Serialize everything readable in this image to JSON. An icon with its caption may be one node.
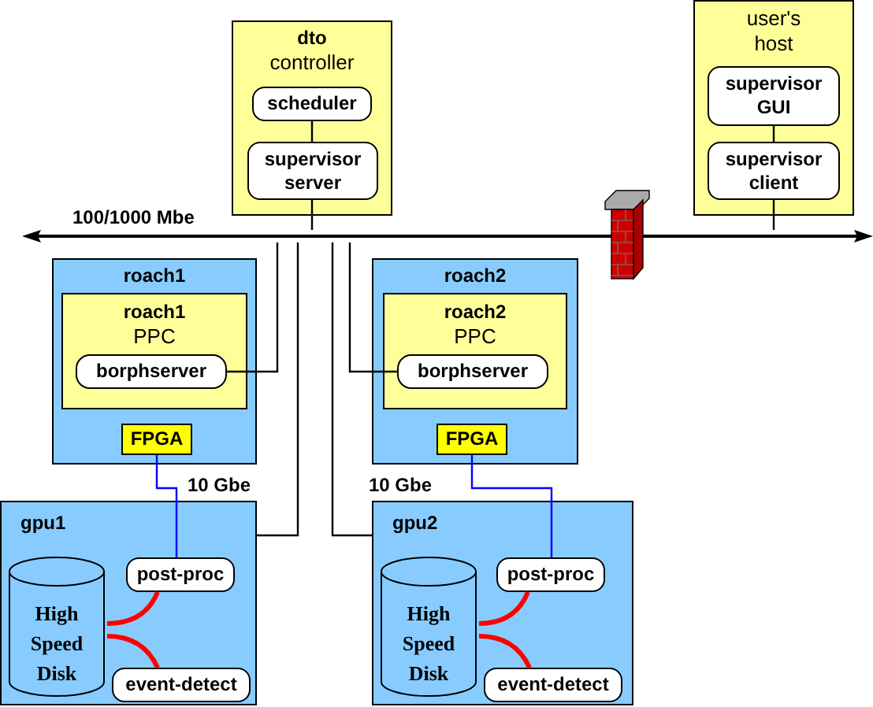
{
  "diagram": {
    "nodes": [
      {
        "text": [
          "dto",
          "controller"
        ]
      },
      {
        "text": [
          "scheduler"
        ],
        "in": 0
      },
      {
        "text": [
          "supervisor server"
        ],
        "in": 0
      },
      {
        "text": [
          "user's host"
        ]
      },
      {
        "text": [
          "supervisor GUI"
        ],
        "in": 3
      },
      {
        "text": [
          "supervisor client"
        ],
        "in": 3
      },
      {
        "text": [],
        "shape": "bar",
        "beside": [
          "100/1000 Mbe"
        ]
      },
      {
        "text": [
          "roach1"
        ]
      },
      {
        "text": [
          "roach1",
          "PPC"
        ],
        "in": 7
      },
      {
        "text": [
          "borphserver"
        ],
        "in": 8
      },
      {
        "text": [
          "FPGA"
        ],
        "in": 7
      },
      {
        "text": [
          "roach2"
        ]
      },
      {
        "text": [
          "roach2",
          "PPC"
        ],
        "in": 11
      },
      {
        "text": [
          "borphserver"
        ],
        "in": 12
      },
      {
        "text": [
          "FPGA"
        ],
        "in": 11
      },
      {
        "text": [
          "gpu1"
        ]
      },
      {
        "text": [
          "High Speed Disk"
        ],
        "in": 15
      },
      {
        "text": [
          "post-proc"
        ],
        "in": 15
      },
      {
        "text": [
          "event-detect"
        ],
        "in": 15
      },
      {
        "text": [
          "gpu2"
        ]
      },
      {
        "text": [
          "High Speed Disk"
        ],
        "in": 19
      },
      {
        "text": [
          "post-proc"
        ],
        "in": 19
      },
      {
        "text": [
          "event-detect"
        ],
        "in": 19
      }
    ],
    "edges": [
      {
        "from": 1,
        "to": 2,
        "arrow": "none"
      },
      {
        "from": 2,
        "to": 6,
        "arrow": "none"
      },
      {
        "from": 4,
        "to": 5,
        "arrow": "none"
      },
      {
        "from": 5,
        "to": 6,
        "arrow": "none"
      },
      {
        "from": 9,
        "to": 6,
        "arrow": "none"
      },
      {
        "from": 13,
        "to": 6,
        "arrow": "none"
      },
      {
        "from": 15,
        "to": 6,
        "arrow": "none"
      },
      {
        "from": 19,
        "to": 6,
        "arrow": "none"
      },
      {
        "from": 10,
        "to": 17,
        "arrow": "none",
        "label": "10 Gbe",
        "color": "#0000ff"
      },
      {
        "from": 14,
        "to": 21,
        "arrow": "none",
        "label": "10 Gbe",
        "color": "#0000ff"
      },
      {
        "from": 17,
        "to": 16,
        "arrow": "none",
        "style": "thick",
        "color": "#ff0000"
      },
      {
        "from": 18,
        "to": 16,
        "arrow": "none",
        "style": "thick",
        "color": "#ff0000"
      },
      {
        "from": 21,
        "to": 20,
        "arrow": "none",
        "style": "thick",
        "color": "#ff0000"
      },
      {
        "from": 22,
        "to": 20,
        "arrow": "none",
        "style": "thick",
        "color": "#ff0000"
      }
    ]
  }
}
